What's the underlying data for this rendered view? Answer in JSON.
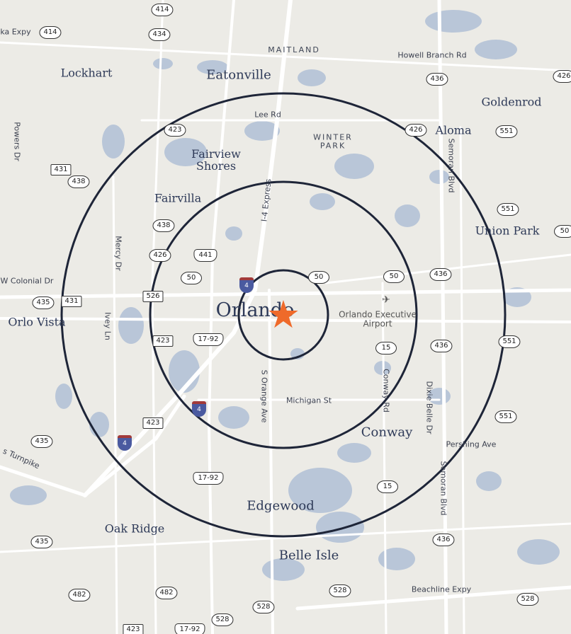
{
  "colors": {
    "water": "#b9c6d8",
    "land": "#ecebe6",
    "road": "#ffffff",
    "ring": "#1e2538",
    "marker": "#ef6a2a"
  },
  "marker": {
    "icon": "star-icon",
    "glyph": "★"
  },
  "places": {
    "maitland": "MAITLAND",
    "eatonville": "Eatonville",
    "lockhart": "Lockhart",
    "goldenrod": "Goldenrod",
    "aloma": "Aloma",
    "winter_park": "WINTER PARK",
    "fairview_shores": "Fairview Shores",
    "fairvilla": "Fairvilla",
    "union_park": "Union Park",
    "orlo_vista": "Orlo Vista",
    "orlando": "Orlando",
    "airport": "Orlando Executive Airport",
    "conway": "Conway",
    "edgewood": "Edgewood",
    "oak_ridge": "Oak Ridge",
    "belle_isle": "Belle Isle"
  },
  "roads": {
    "kaexpy": "ka Expy",
    "howell": "Howell Branch Rd",
    "lee": "Lee Rd",
    "powers": "Powers Dr",
    "i4exp": "I-4 Express",
    "semoran_n": "Semoran Blvd",
    "mercy": "Mercy Dr",
    "colonial": "W Colonial Dr",
    "ivey": "Ivey Ln",
    "sorange": "S Orange Ave",
    "michigan": "Michigan St",
    "conway_rd": "Conway Rd",
    "dixie": "Dixie Belle Dr",
    "pershing": "Pershing Ave",
    "turnpike": "s Turnpike",
    "semoran_s": "Semoran Blvd",
    "beachline": "Beachline Expy"
  },
  "shields": [
    {
      "label": "414"
    },
    {
      "label": "414"
    },
    {
      "label": "434"
    },
    {
      "label": "436"
    },
    {
      "label": "426"
    },
    {
      "label": "423"
    },
    {
      "label": "426"
    },
    {
      "label": "551"
    },
    {
      "label": "431"
    },
    {
      "label": "438"
    },
    {
      "label": "438"
    },
    {
      "label": "551"
    },
    {
      "label": "50"
    },
    {
      "label": "426"
    },
    {
      "label": "441"
    },
    {
      "label": "50"
    },
    {
      "label": "50"
    },
    {
      "label": "50"
    },
    {
      "label": "436"
    },
    {
      "label": "526"
    },
    {
      "label": "435"
    },
    {
      "label": "431"
    },
    {
      "label": "423"
    },
    {
      "label": "17-92"
    },
    {
      "label": "15"
    },
    {
      "label": "436"
    },
    {
      "label": "551"
    },
    {
      "label": "423"
    },
    {
      "label": "551"
    },
    {
      "label": "435"
    },
    {
      "label": "17-92"
    },
    {
      "label": "15"
    },
    {
      "label": "435"
    },
    {
      "label": "436"
    },
    {
      "label": "482"
    },
    {
      "label": "482"
    },
    {
      "label": "528"
    },
    {
      "label": "528"
    },
    {
      "label": "528"
    },
    {
      "label": "528"
    },
    {
      "label": "423"
    },
    {
      "label": "17-92"
    }
  ],
  "interstates": [
    {
      "label": "4"
    },
    {
      "label": "4"
    },
    {
      "label": "4"
    }
  ]
}
